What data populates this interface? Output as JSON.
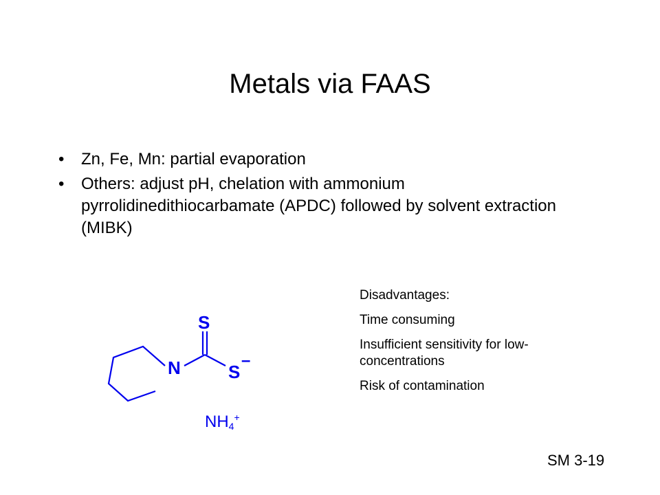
{
  "slide": {
    "title": "Metals via FAAS",
    "bullets": [
      "Zn, Fe, Mn: partial evaporation",
      "Others: adjust pH, chelation with ammonium pyrrolidinedithiocarbamate (APDC) followed by solvent extraction (MIBK)"
    ],
    "molecule": {
      "atoms": {
        "nitrogen": "N",
        "sulfur_top": "S",
        "sulfur_right": "S",
        "charge": "–"
      },
      "color": "#0000ee"
    },
    "cation": {
      "base": "NH",
      "subscript": "4",
      "superscript": "+"
    },
    "disadvantages": {
      "heading": "Disadvantages:",
      "items": [
        "Time consuming",
        "Insufficient sensitivity for low-concentrations",
        "Risk of contamination"
      ]
    },
    "slide_id": "SM 3-19"
  }
}
